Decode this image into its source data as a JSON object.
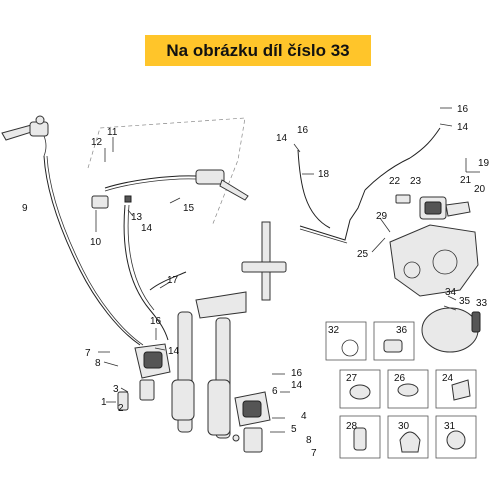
{
  "banner": {
    "title": "Na obrázku díl číslo 33"
  },
  "callouts": {
    "c9": "9",
    "c10": "10",
    "c11": "11",
    "c12": "12",
    "c13": "13",
    "c14a": "14",
    "c15": "15",
    "c17": "17",
    "c16a": "16",
    "c14b": "14",
    "c7a": "7",
    "c8a": "8",
    "c3": "3",
    "c1": "1",
    "c2": "2",
    "c16b": "16",
    "c14c": "14",
    "c6": "6",
    "c4": "4",
    "c5": "5",
    "c8b": "8",
    "c7b": "7",
    "c14d": "14",
    "c16c": "16",
    "c18": "18",
    "c16d": "16",
    "c14e": "14",
    "c19": "19",
    "c22": "22",
    "c23": "23",
    "c21": "21",
    "c20": "20",
    "c29": "29",
    "c25": "25",
    "c34": "34",
    "c35": "35",
    "c33": "33"
  },
  "inset_boxes": {
    "b32": "32",
    "b36": "36",
    "b27": "27",
    "b26": "26",
    "b24": "24",
    "b28": "28",
    "b30": "30",
    "b31": "31"
  }
}
